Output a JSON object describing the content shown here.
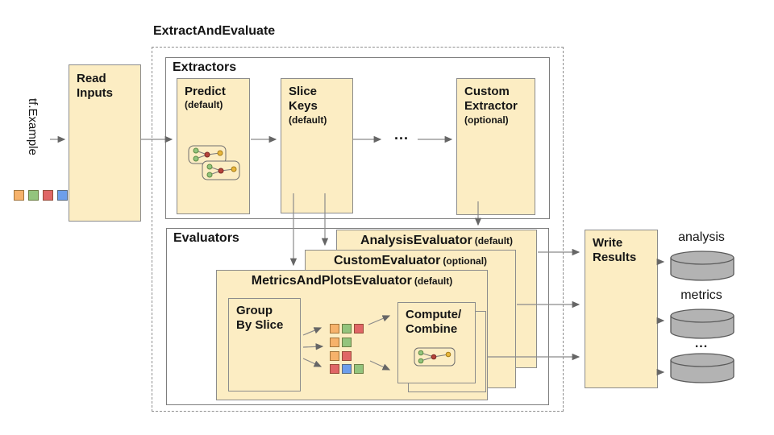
{
  "title": "ExtractAndEvaluate",
  "input": {
    "label": "tf.Example"
  },
  "read_inputs": {
    "line1": "Read",
    "line2": "Inputs"
  },
  "extractors": {
    "label": "Extractors",
    "predict": {
      "line1": "Predict",
      "qualifier": "(default)"
    },
    "slice_keys": {
      "line1": "Slice",
      "line2": "Keys",
      "qualifier": "(default)"
    },
    "ellipsis": "...",
    "custom": {
      "line1": "Custom",
      "line2": "Extractor",
      "qualifier": "(optional)"
    }
  },
  "evaluators": {
    "label": "Evaluators",
    "analysis": {
      "name": "AnalysisEvaluator",
      "qualifier": "(default)"
    },
    "custom": {
      "name": "CustomEvaluator",
      "qualifier": "(optional)"
    },
    "metrics_and_plots": {
      "name": "MetricsAndPlotsEvaluator",
      "qualifier": "(default)"
    },
    "group_by_slice": {
      "line1": "Group",
      "line2": "By Slice"
    },
    "compute_combine": {
      "line1": "Compute/",
      "line2": "Combine"
    }
  },
  "write_results": {
    "line1": "Write",
    "line2": "Results"
  },
  "outputs": {
    "analysis": "analysis",
    "metrics": "metrics",
    "more": "..."
  },
  "colors": {
    "box_fill": "#FCEDC3",
    "box_border": "#8C8C8C",
    "orange": "#F6B26B",
    "green": "#93C47D",
    "red": "#E06666",
    "blue": "#6D9EEB",
    "cylinder_fill": "#B3B3B3",
    "arrow": "#8A8A8A"
  },
  "input_legend": [
    "orange",
    "green",
    "red",
    "blue"
  ],
  "slice_grid": [
    [
      "orange",
      "green",
      "red"
    ],
    [
      "orange",
      "green"
    ],
    [
      "orange",
      "red"
    ],
    [
      "red",
      "blue",
      "green"
    ]
  ]
}
